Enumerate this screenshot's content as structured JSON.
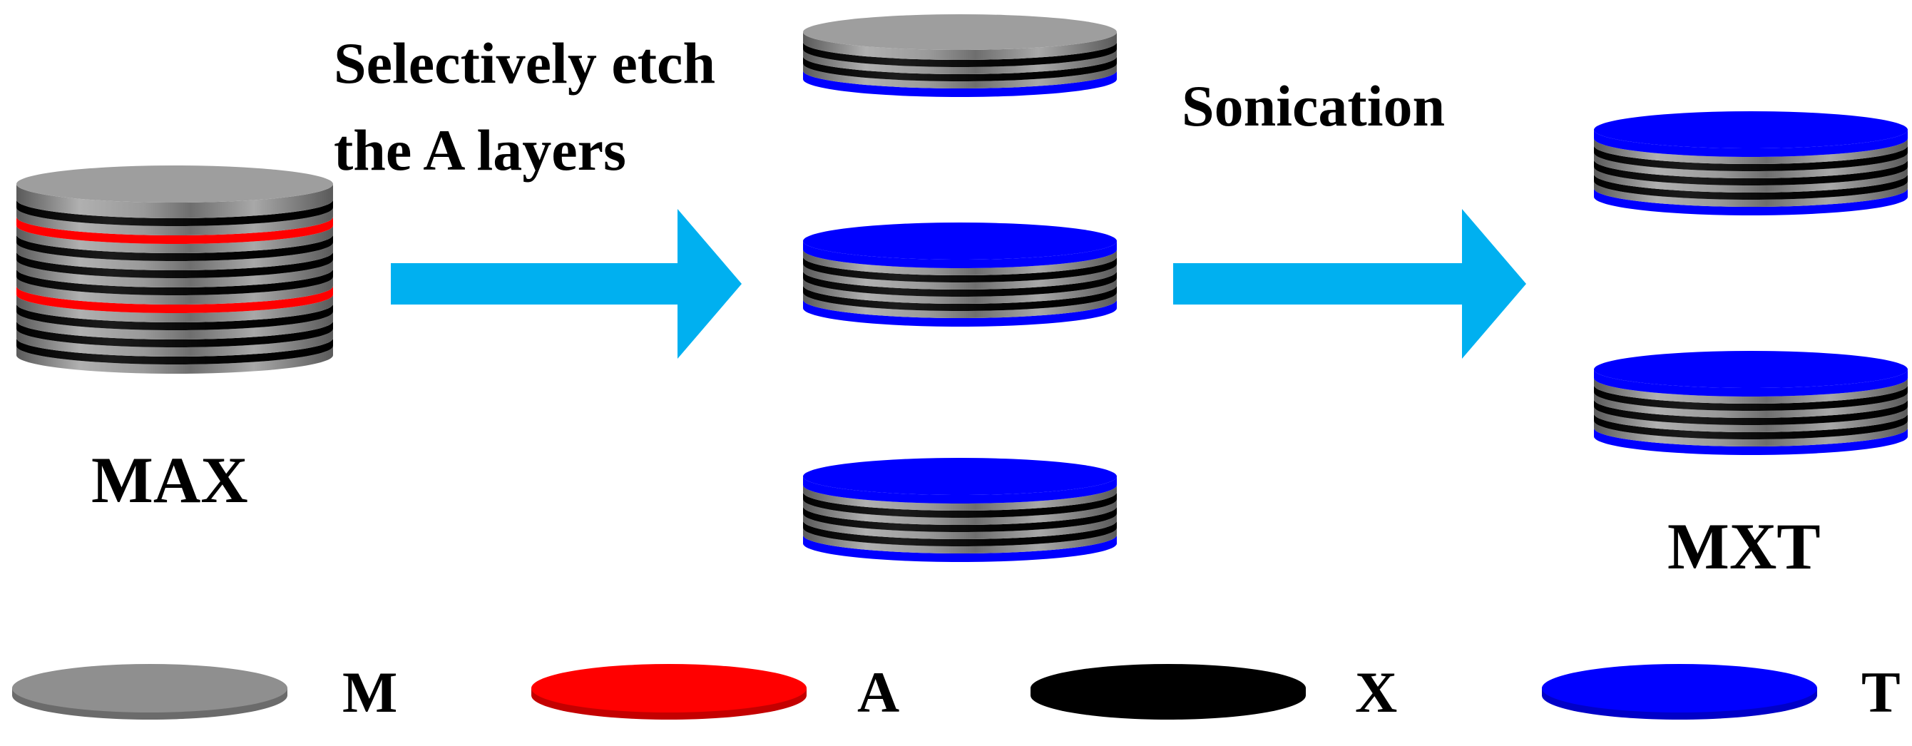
{
  "colors": {
    "m_layer": "#8c8c8c",
    "a_layer": "#ff0000",
    "x_layer": "#000000",
    "t_layer": "#0000ff",
    "arrow": "#00b0f0"
  },
  "steps": {
    "etch_line1": "Selectively etch",
    "etch_line2": "the A layers",
    "sonication": "Sonication"
  },
  "labels": {
    "max": "MAX",
    "mxt": "MXT"
  },
  "legend": {
    "m": "M",
    "a": "A",
    "x": "X",
    "t": "T"
  }
}
